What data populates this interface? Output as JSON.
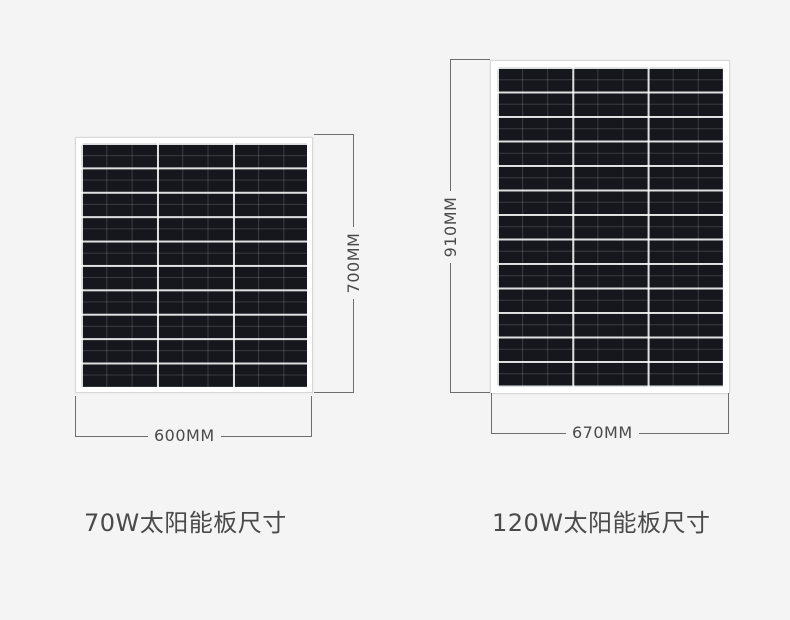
{
  "panels": {
    "small": {
      "width_label": "600MM",
      "height_label": "700MM",
      "caption": "70W太阳能板尺寸"
    },
    "large": {
      "width_label": "670MM",
      "height_label": "910MM",
      "caption": "120W太阳能板尺寸"
    }
  },
  "colors": {
    "background": "#f5f4f4",
    "cell": "#15171c",
    "frame": "#ffffff",
    "dimension_line": "#6d6d6d",
    "text": "#4a4a4a"
  }
}
